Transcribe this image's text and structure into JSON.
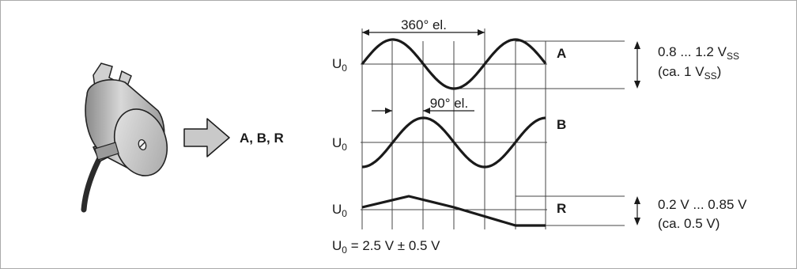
{
  "top_label": "360° el.",
  "phase_label": "90° el.",
  "u0_label": "U",
  "u0_sub": "0",
  "signals_label": "A, B, R",
  "channels": {
    "a": "A",
    "b": "B",
    "r": "R"
  },
  "ab_amplitude": {
    "line1_prefix": "0.8 ... 1.2 V",
    "line1_sub": "SS",
    "line2_prefix": "(ca. 1 V",
    "line2_sub": "SS",
    "line2_suffix": ")"
  },
  "r_amplitude": {
    "line1": "0.2 V ... 0.85 V",
    "line2": "(ca. 0.5 V)"
  },
  "footnote": {
    "prefix": "U",
    "sub": "0",
    "suffix": " = 2.5 V ± 0.5 V"
  },
  "colors": {
    "ink": "#1a1a1a",
    "arrow_fill": "#c9c9c9",
    "encoder_body": "#b8b8b8",
    "frame": "#aaaaaa"
  }
}
